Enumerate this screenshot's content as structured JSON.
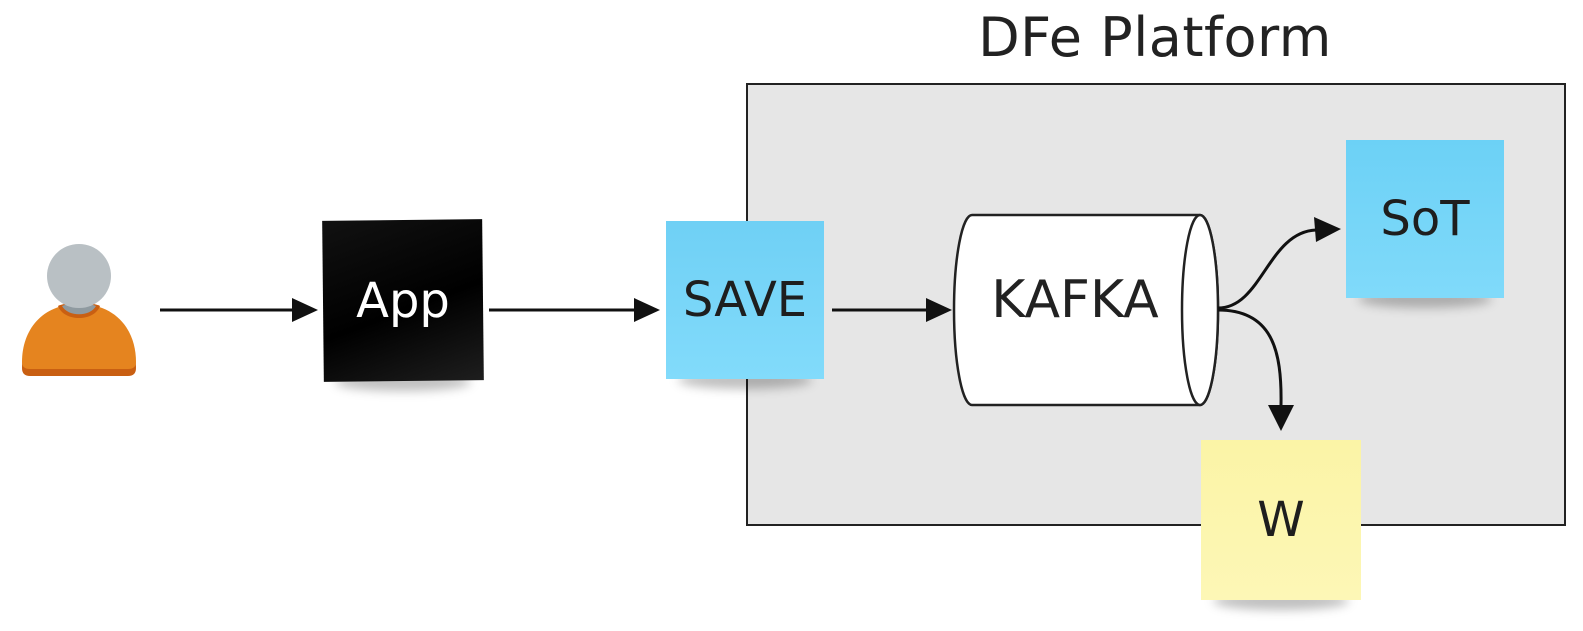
{
  "diagram": {
    "platform_title": "DFe Platform",
    "nodes": {
      "app": "App",
      "save": "SAVE",
      "kafka": "KAFKA",
      "sot": "SoT",
      "w": "W"
    }
  },
  "colors": {
    "platform_fill": "#e6e6e6",
    "platform_border": "#222222",
    "app_note": "#000000",
    "save_note": "#7ad7f9",
    "sot_note": "#76d6f8",
    "w_note": "#fcf6b0",
    "user_body": "#e58220",
    "user_head": "#b8bfc3"
  },
  "icons": {
    "user": "user-icon"
  }
}
